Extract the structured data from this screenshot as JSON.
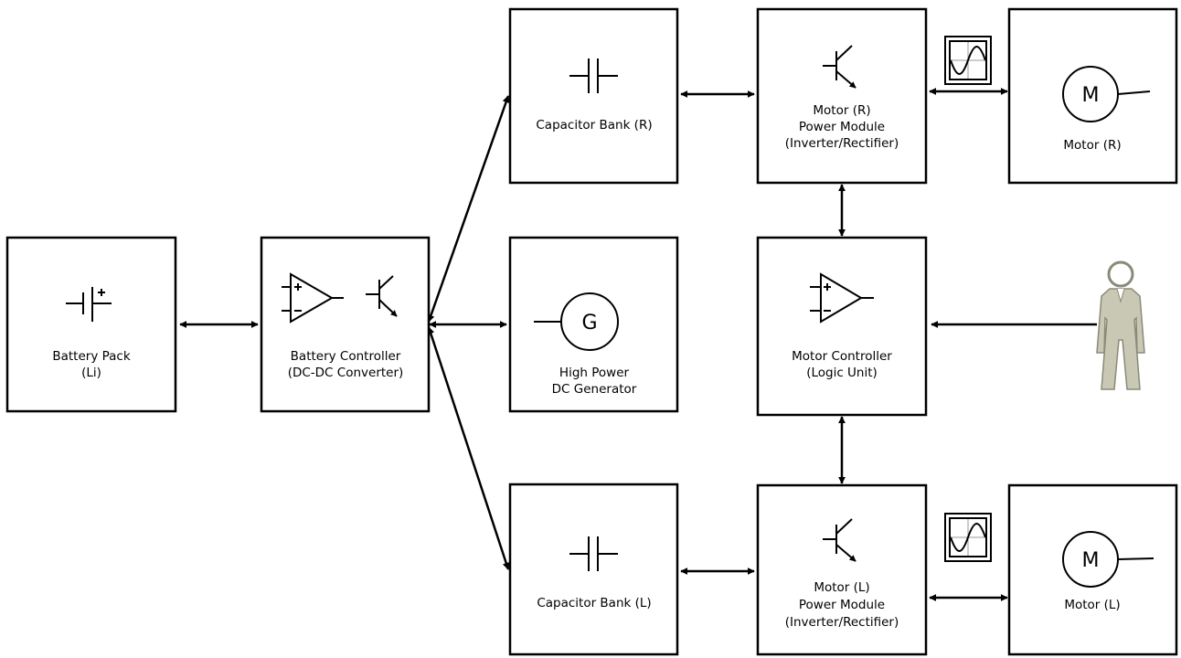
{
  "blocks": {
    "battery_pack": {
      "line1": "Battery Pack",
      "line2": "(Li)"
    },
    "battery_controller": {
      "line1": "Battery Controller",
      "line2": "(DC-DC Converter)"
    },
    "cap_bank_r": {
      "line1": "Capacitor Bank (R)"
    },
    "generator": {
      "line1": "High Power",
      "line2": "DC Generator",
      "symbol": "G"
    },
    "cap_bank_l": {
      "line1": "Capacitor Bank (L)"
    },
    "power_module_r": {
      "line1": "Motor (R)",
      "line2": "Power Module",
      "line3": "(Inverter/Rectifier)"
    },
    "motor_controller": {
      "line1": "Motor Controller",
      "line2": "(Logic Unit)"
    },
    "power_module_l": {
      "line1": "Motor (L)",
      "line2": "Power Module",
      "line3": "(Inverter/Rectifier)"
    },
    "motor_r": {
      "line1": "Motor (R)",
      "symbol": "M"
    },
    "motor_l": {
      "line1": "Motor (L)",
      "symbol": "M"
    }
  },
  "icons": {
    "battery": "battery-symbol",
    "capacitor": "capacitor-symbol",
    "opamp": "op-amp-symbol",
    "transistor": "transistor-symbol",
    "generator": "generator-symbol",
    "motor": "motor-symbol",
    "sine": "sine-wave-symbol",
    "person": "driver-person-icon"
  },
  "colors": {
    "line": "#000000",
    "person_fill": "#c8c8b4",
    "person_stroke": "#8a8a7a"
  }
}
